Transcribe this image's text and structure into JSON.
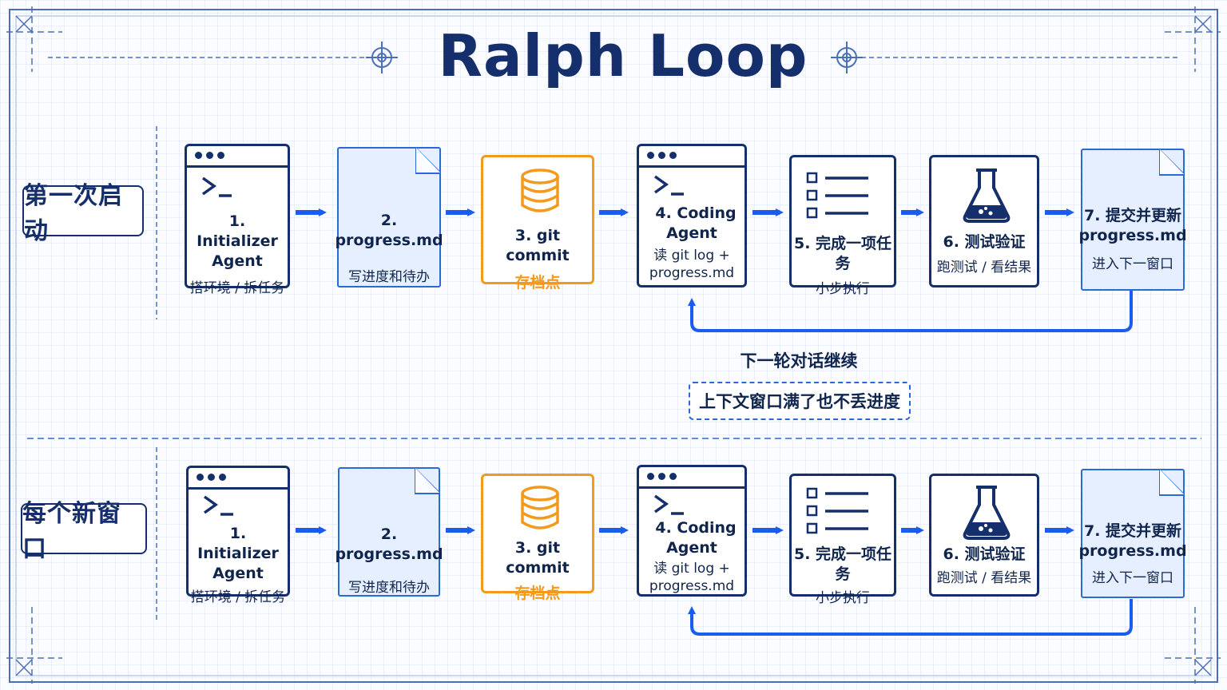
{
  "title": "Ralph Loop",
  "colors": {
    "navy": "#142f6b",
    "blue": "#1a5cf0",
    "orange": "#f39a1c",
    "doc_fill": "#e6efff"
  },
  "rows": [
    {
      "label": "第一次启动",
      "steps": [
        {
          "icon": "terminal-window-icon",
          "title": "1. Initializer Agent",
          "title_l1": "1. Initializer",
          "title_l2": "Agent",
          "sub": "搭环境 / 拆任务"
        },
        {
          "icon": "document-icon",
          "title": "2. progress.md",
          "sub": "写进度和待办"
        },
        {
          "icon": "database-icon",
          "title": "3. git commit",
          "sub": "存档点"
        },
        {
          "icon": "terminal-window-icon",
          "title_l1": "4. Coding",
          "title_l2": "Agent",
          "sub_l1": "读 git log +",
          "sub_l2": "progress.md"
        },
        {
          "icon": "checklist-icon",
          "title": "5. 完成一项任务",
          "sub": "小步执行"
        },
        {
          "icon": "flask-icon",
          "title": "6. 测试验证",
          "sub": "跑测试 / 看结果"
        },
        {
          "icon": "document-icon",
          "title": "7. 提交并更新",
          "title_l2": "progress.md",
          "sub": "进入下一窗口"
        }
      ]
    },
    {
      "label": "每个新窗口",
      "steps": [
        {
          "icon": "terminal-window-icon",
          "title_l1": "1. Initializer",
          "title_l2": "Agent",
          "sub": "搭环境 / 拆任务"
        },
        {
          "icon": "document-icon",
          "title": "2. progress.md",
          "sub": "写进度和待办"
        },
        {
          "icon": "database-icon",
          "title": "3. git commit",
          "sub": "存档点"
        },
        {
          "icon": "terminal-window-icon",
          "title_l1": "4. Coding",
          "title_l2": "Agent",
          "sub_l1": "读 git log +",
          "sub_l2": "progress.md"
        },
        {
          "icon": "checklist-icon",
          "title": "5. 完成一项任务",
          "sub": "小步执行"
        },
        {
          "icon": "flask-icon",
          "title": "6. 测试验证",
          "sub": "跑测试 / 看结果"
        },
        {
          "icon": "document-icon",
          "title": "7. 提交并更新",
          "title_l2": "progress.md",
          "sub": "进入下一窗口"
        }
      ]
    }
  ],
  "loop_note": "下一轮对话继续",
  "loop_callout": "上下文窗口满了也不丢进度"
}
